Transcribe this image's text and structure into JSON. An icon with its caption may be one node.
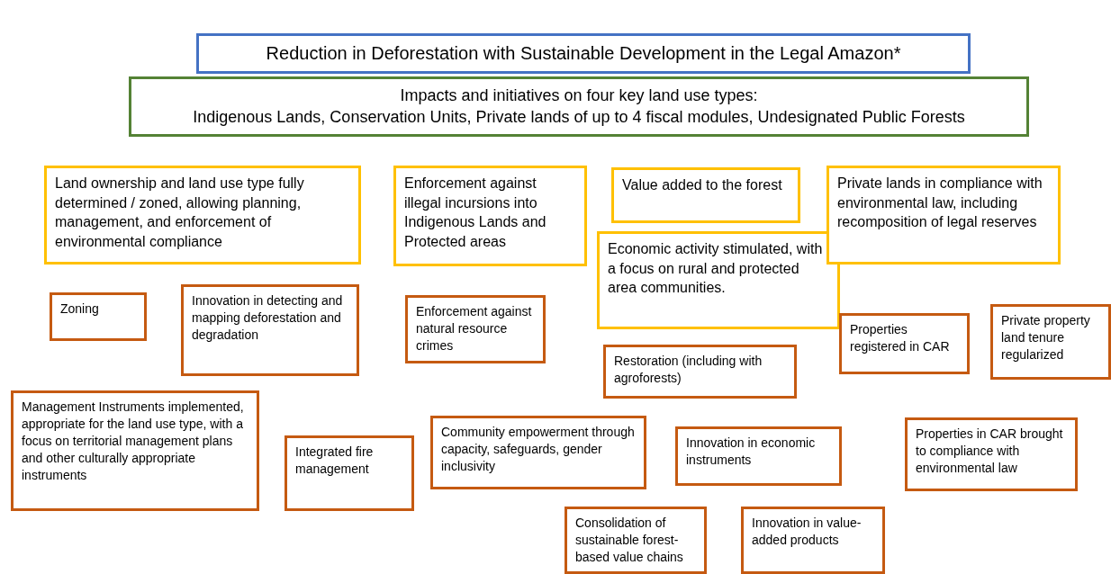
{
  "diagram": {
    "nodes": [
      {
        "text": [
          "Reduction in Deforestation with Sustainable Development in the Legal Amazon*"
        ]
      },
      {
        "text": [
          "Impacts and initiatives on four key land use types:",
          "Indigenous Lands, Conservation Units, Private lands of up to 4 fiscal modules, Undesignated Public Forests"
        ]
      },
      {
        "text": [
          "Land ownership and land use type fully determined / zoned, allowing planning, management, and enforcement of environmental compliance"
        ]
      },
      {
        "text": [
          "Enforcement against illegal incursions into Indigenous Lands and Protected areas"
        ]
      },
      {
        "text": [
          "Value added to the forest"
        ]
      },
      {
        "text": [
          "Economic activity stimulated, with a focus on rural and protected area communities."
        ]
      },
      {
        "text": [
          "Private lands in compliance with environmental law, including recomposition of legal reserves"
        ]
      },
      {
        "text": [
          "Zoning"
        ]
      },
      {
        "text": [
          "Innovation in detecting and mapping deforestation and degradation"
        ]
      },
      {
        "text": [
          "Enforcement against natural resource crimes"
        ]
      },
      {
        "text": [
          "Restoration (including with agroforests)"
        ]
      },
      {
        "text": [
          "Properties registered in CAR"
        ]
      },
      {
        "text": [
          "Private property land tenure regularized"
        ]
      },
      {
        "text": [
          "Management Instruments implemented, appropriate for the land use type, with a focus on territorial management plans and other culturally appropriate instruments"
        ]
      },
      {
        "text": [
          "Integrated fire management"
        ]
      },
      {
        "text": [
          "Community empowerment through capacity, safeguards, gender inclusivity"
        ]
      },
      {
        "text": [
          "Innovation in economic instruments"
        ]
      },
      {
        "text": [
          "Properties in CAR brought to compliance with environmental law"
        ]
      },
      {
        "text": [
          "Consolidation of sustainable forest-based value chains"
        ]
      },
      {
        "text": [
          "Innovation in value-added products"
        ]
      }
    ]
  }
}
